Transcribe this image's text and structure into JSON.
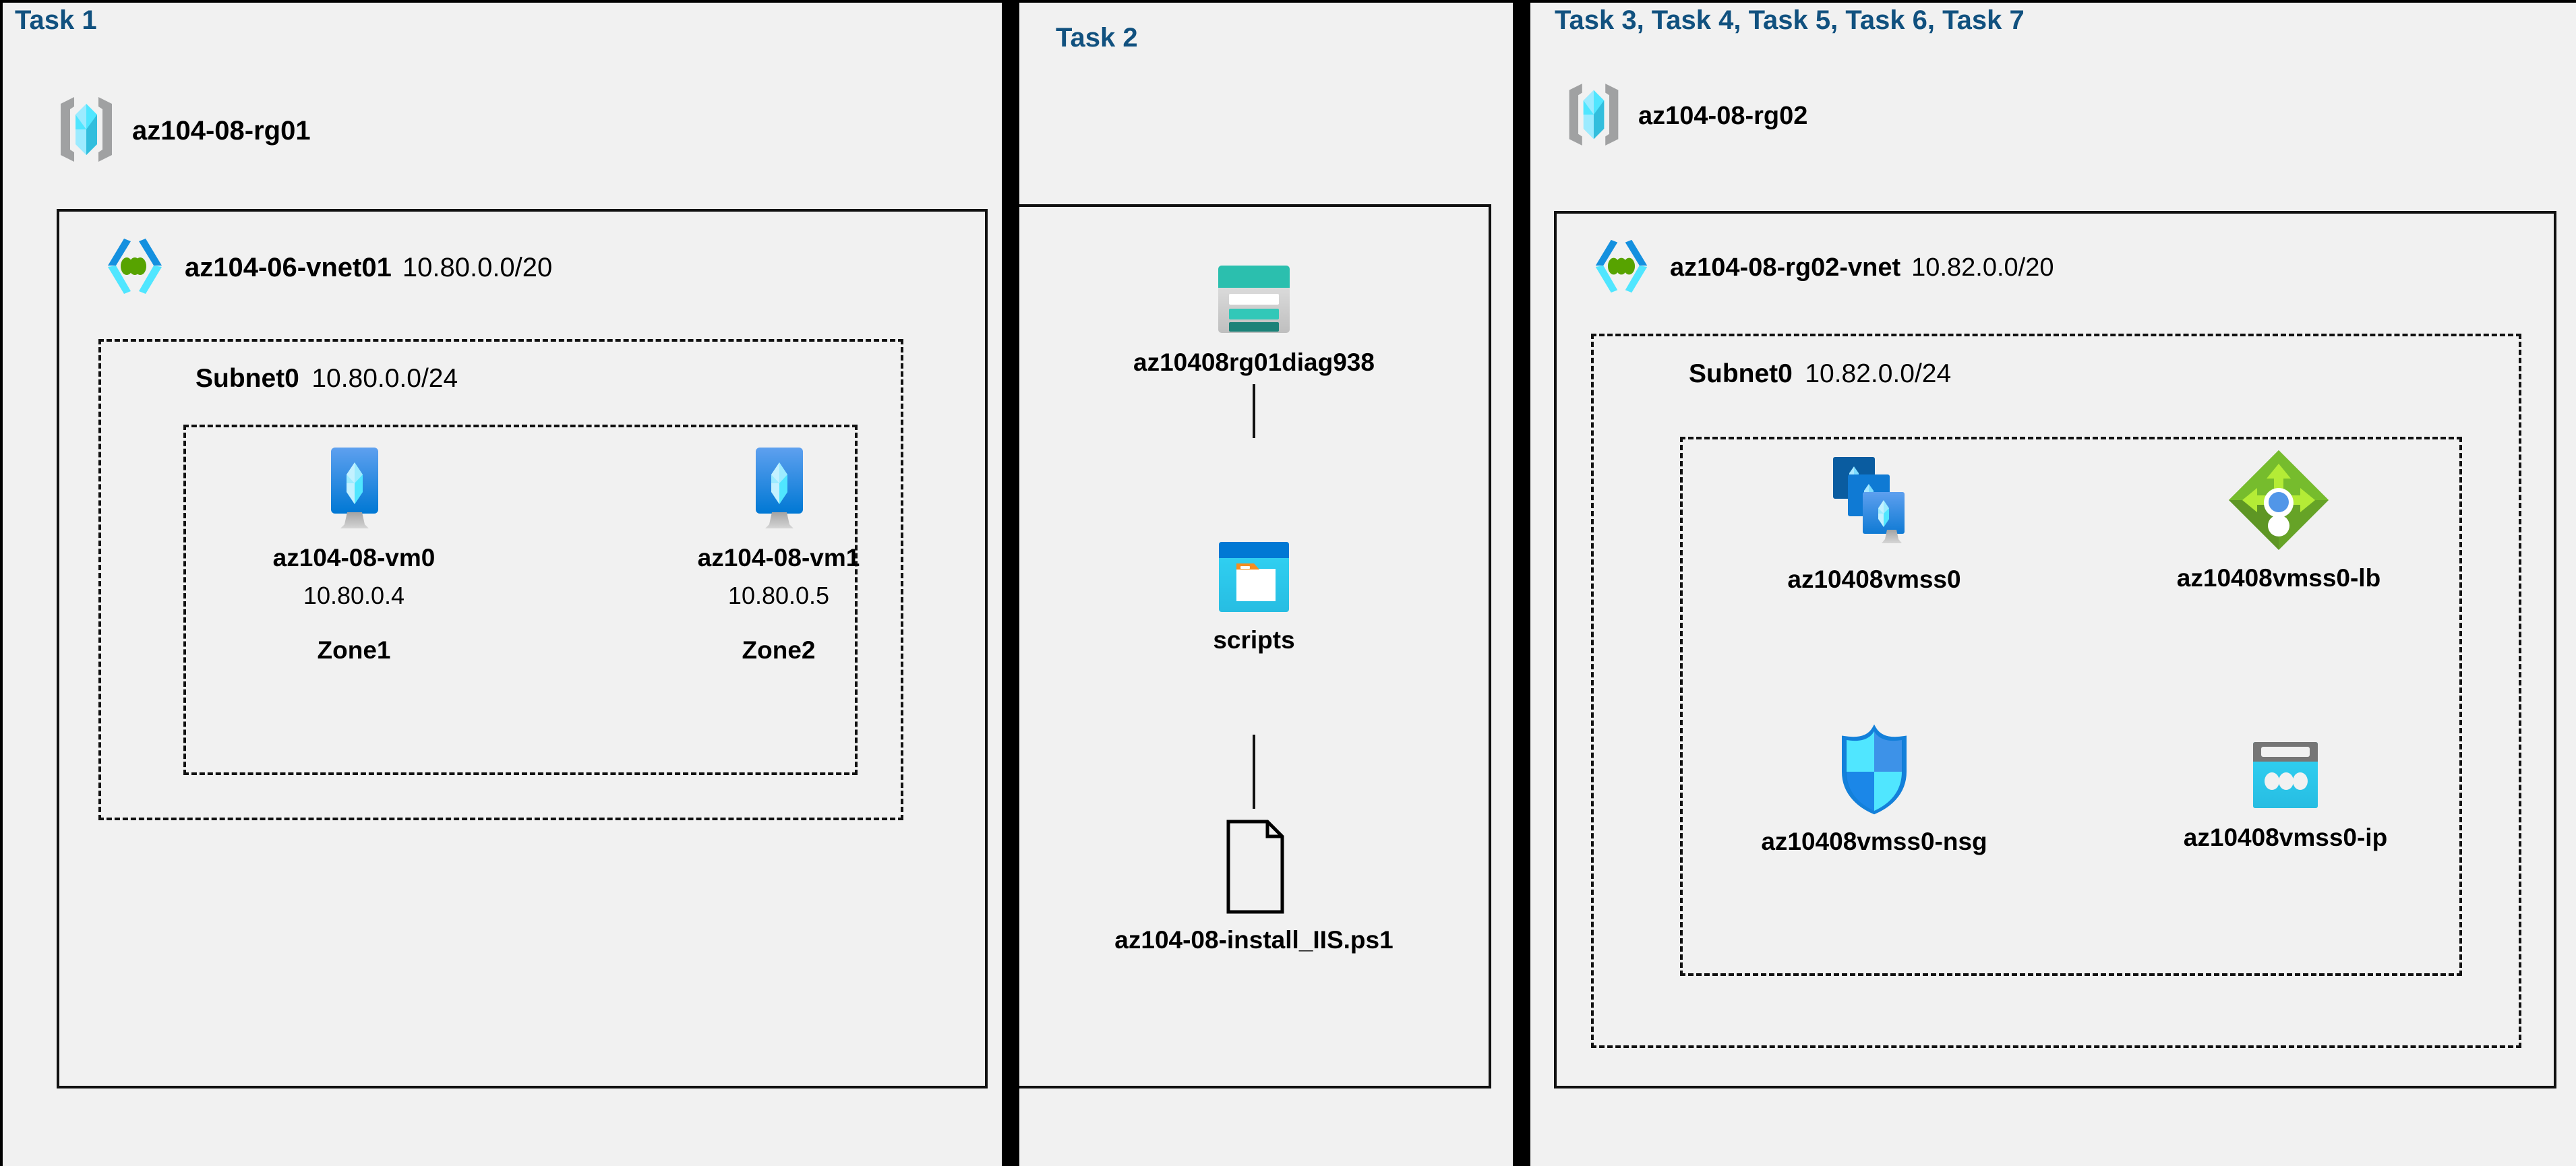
{
  "diagram": {
    "title": "Azure AZ-104 Lab 08 architecture",
    "background_color": "#f1f1f1",
    "task_label_color": "#11517f"
  },
  "columns": [
    {
      "id": "task1",
      "task_label": "Task 1",
      "resource_group": {
        "name": "az104-08-rg01",
        "icon": "resource-group-icon",
        "vnet": {
          "name": "az104-06-vnet01",
          "cidr": "10.80.0.0/20",
          "icon": "virtual-network-icon",
          "subnet": {
            "name": "Subnet0",
            "cidr": "10.80.0.0/24",
            "vms": [
              {
                "name": "az104-08-vm0",
                "ip": "10.80.0.4",
                "zone": "Zone1",
                "icon": "virtual-machine-icon"
              },
              {
                "name": "az104-08-vm1",
                "ip": "10.80.0.5",
                "zone": "Zone2",
                "icon": "virtual-machine-icon"
              }
            ]
          }
        }
      }
    },
    {
      "id": "task2",
      "task_label": "Task 2",
      "items": [
        {
          "name": "az10408rg01diag938",
          "icon": "storage-account-icon"
        },
        {
          "name": "scripts",
          "icon": "blob-container-icon"
        },
        {
          "name": "az104-08-install_IIS.ps1",
          "icon": "file-icon"
        }
      ]
    },
    {
      "id": "task3to7",
      "task_label": "Task 3, Task 4, Task 5, Task 6, Task 7",
      "resource_group": {
        "name": "az104-08-rg02",
        "icon": "resource-group-icon",
        "vnet": {
          "name": "az104-08-rg02-vnet",
          "cidr": "10.82.0.0/20",
          "icon": "virtual-network-icon",
          "subnet": {
            "name": "Subnet0",
            "cidr": "10.82.0.0/24",
            "resources": [
              {
                "name": "az10408vmss0",
                "icon": "vm-scale-set-icon"
              },
              {
                "name": "az10408vmss0-lb",
                "icon": "load-balancer-icon"
              },
              {
                "name": "az10408vmss0-nsg",
                "icon": "network-security-group-icon"
              },
              {
                "name": "az10408vmss0-ip",
                "icon": "public-ip-address-icon"
              }
            ]
          }
        }
      }
    }
  ]
}
